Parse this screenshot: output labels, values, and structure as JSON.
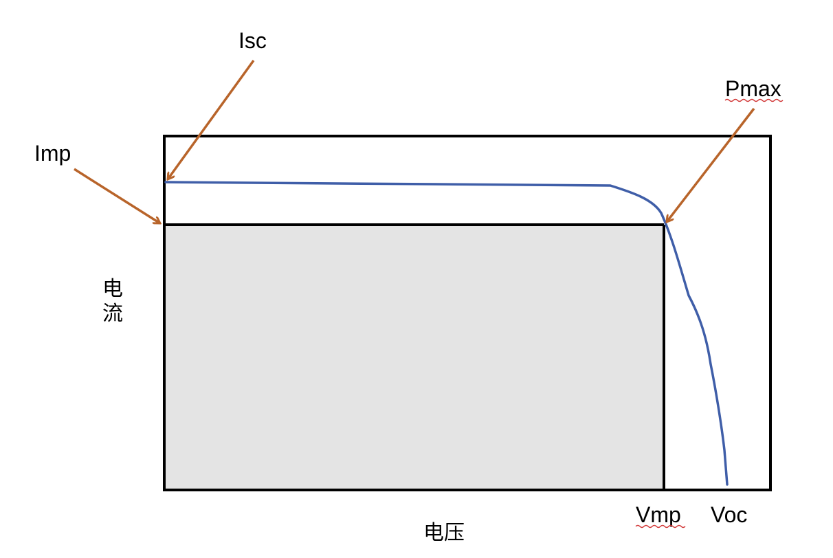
{
  "labels": {
    "isc": "Isc",
    "imp": "Imp",
    "pmax": "Pmax",
    "vmp": "Vmp",
    "voc": "Voc",
    "current_axis_1": "电",
    "current_axis_2": "流",
    "voltage_axis": "电压"
  },
  "colors": {
    "frame": "#000000",
    "curve": "#3f5ea8",
    "arrow": "#b8642a",
    "power_area": "#e4e4e4",
    "spellcheck": "#d03030"
  }
}
